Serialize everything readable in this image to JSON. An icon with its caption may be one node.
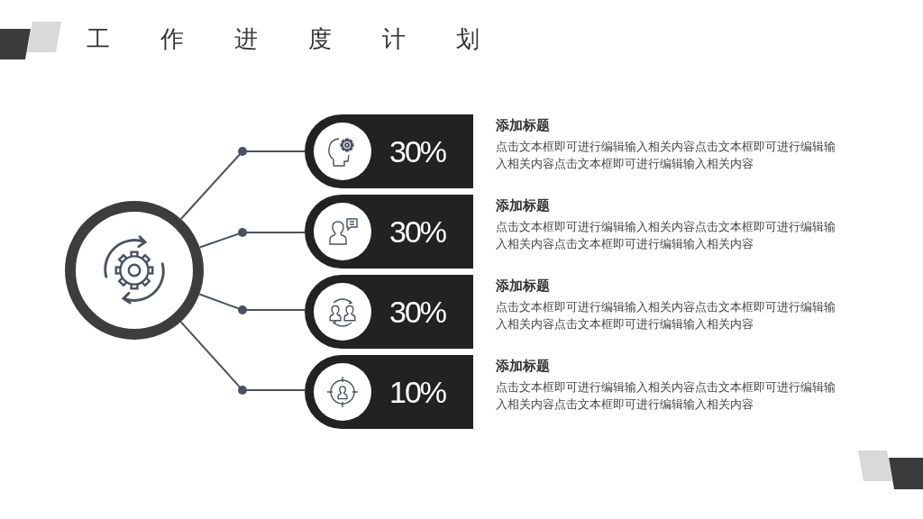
{
  "diagram": {
    "title": "工作进度计划",
    "nodes": [
      {
        "text": [],
        "shape": "circle"
      },
      {
        "text": [
          "30%"
        ],
        "beside": [
          "添加标题",
          "点击文本框即可进行编辑输入相关内容点击文本框即可进行编辑输入相关内容点击文本框即可进行编辑输入相关内容"
        ]
      },
      {
        "text": [
          "30%"
        ],
        "beside": [
          "添加标题",
          "点击文本框即可进行编辑输入相关内容点击文本框即可进行编辑输入相关内容点击文本框即可进行编辑输入相关内容"
        ]
      },
      {
        "text": [
          "30%"
        ],
        "beside": [
          "添加标题",
          "点击文本框即可进行编辑输入相关内容点击文本框即可进行编辑输入相关内容点击文本框即可进行编辑输入相关内容"
        ]
      },
      {
        "text": [
          "10%"
        ],
        "beside": [
          "添加标题",
          "点击文本框即可进行编辑输入相关内容点击文本框即可进行编辑输入相关内容点击文本框即可进行编辑输入相关内容"
        ]
      }
    ],
    "edges": [
      {
        "from": 0,
        "to": 1,
        "arrow": "none"
      },
      {
        "from": 0,
        "to": 2,
        "arrow": "none"
      },
      {
        "from": 0,
        "to": 3,
        "arrow": "none"
      },
      {
        "from": 0,
        "to": 4,
        "arrow": "none"
      }
    ]
  }
}
